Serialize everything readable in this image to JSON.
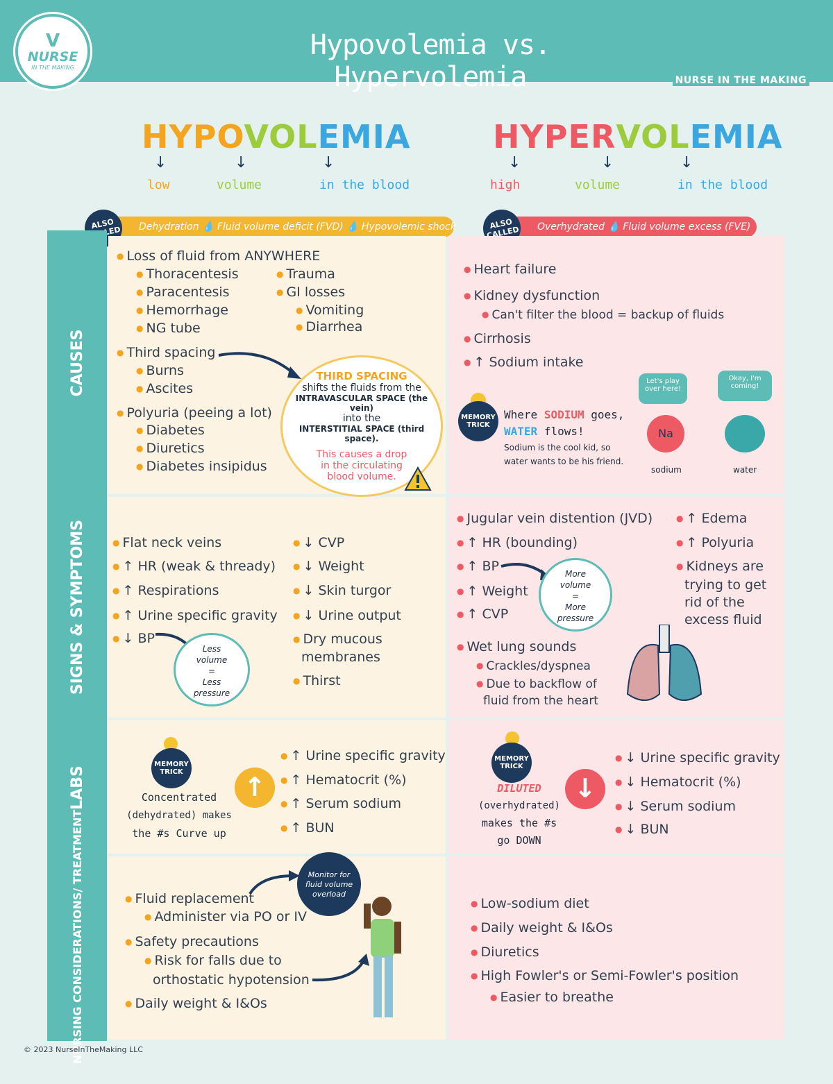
{
  "header": {
    "title": "Hypovolemia vs. Hypervolemia",
    "brand": "NURSE IN THE MAKING",
    "logo": {
      "v": "V",
      "name": "NURSE",
      "tagline": "IN THE MAKING"
    }
  },
  "hypo": {
    "word_parts": [
      "HYPO",
      "VOL",
      "EMIA"
    ],
    "subs": [
      "low",
      "volume",
      "in the blood"
    ],
    "arrow": "↓",
    "also_called_badge": "ALSO CALLED",
    "also_called": "Dehydration  💧  Fluid volume deficit (FVD)  💧  Hypovolemic shock",
    "colors": {
      "hypo": "#f3a51f",
      "vol": "#9ccc3c",
      "emia": "#3aa7e0"
    }
  },
  "hyper": {
    "word_parts": [
      "HYPER",
      "VOL",
      "EMIA"
    ],
    "subs": [
      "high",
      "volume",
      "in the blood"
    ],
    "arrow": "↓",
    "also_called_badge": "ALSO CALLED",
    "also_called": "Overhydrated  💧  Fluid volume excess (FVE)",
    "colors": {
      "hyper": "#ee5a64",
      "vol": "#9ccc3c",
      "emia": "#3aa7e0"
    }
  },
  "sections": {
    "causes": "CAUSES",
    "signs": "SIGNS & SYMPTOMS",
    "labs": "LABS",
    "nursing": "NURSING CONSIDERATIONS/ TREATMENT"
  },
  "causes_hypo": {
    "loss": "Loss of fluid from ANYWHERE",
    "col1": [
      "Thoracentesis",
      "Paracentesis",
      "Hemorrhage",
      "NG tube"
    ],
    "trauma": "Trauma",
    "gi": "GI losses",
    "gi_sub": [
      "Vomiting",
      "Diarrhea"
    ],
    "third": "Third spacing",
    "third_sub": [
      "Burns",
      "Ascites"
    ],
    "poly": "Polyuria (peeing a lot)",
    "poly_sub": [
      "Diabetes",
      "Diuretics",
      "Diabetes insipidus"
    ],
    "bubble": {
      "title": "THIRD SPACING",
      "line1": "shifts the fluids from the",
      "line2": "INTRAVASCULAR SPACE (the vein)",
      "line3": "into the",
      "line4": "INTERSTITIAL SPACE (third space).",
      "warn1": "This causes a drop",
      "warn2": "in the circulating",
      "warn3": "blood volume."
    }
  },
  "causes_hyper": {
    "items": [
      "Heart failure",
      "Kidney dysfunction",
      "Cirrhosis",
      "↑ Sodium intake"
    ],
    "kidney_sub": "Can't filter the blood = backup of fluids",
    "memory_badge": "MEMORY TRICK",
    "trick1a": "Where",
    "trick1b": "SODIUM",
    "trick1c": "goes,",
    "trick2a": "WATER",
    "trick2b": "flows!",
    "trick3": "Sodium is the cool kid, so",
    "trick4": "water wants to be his friend.",
    "na_speech": "Let's play over here!",
    "water_speech": "Okay, I'm coming!",
    "na_label": "sodium",
    "water_label": "water",
    "na_symbol": "Na"
  },
  "signs_hypo": {
    "left": [
      "Flat neck veins",
      "↑ HR (weak & thready)",
      "↑ Respirations",
      "↑ Urine specific gravity",
      "↓ BP"
    ],
    "right": [
      "↓ CVP",
      "↓ Weight",
      "↓ Skin turgor",
      "↓ Urine output",
      "Dry mucous",
      "membranes",
      "Thirst"
    ],
    "bubble": [
      "Less",
      "volume",
      "=",
      "Less",
      "pressure"
    ]
  },
  "signs_hyper": {
    "left": [
      "Jugular vein distention (JVD)",
      "↑ HR (bounding)",
      "↑ BP",
      "↑ Weight",
      "↑ CVP"
    ],
    "right": [
      "↑ Edema",
      "↑ Polyuria",
      "Kidneys are",
      "trying to get",
      "rid of the",
      "excess fluid"
    ],
    "wet": "Wet lung sounds",
    "wet_sub": [
      "Crackles/dyspnea",
      "Due to backflow of",
      "fluid from the heart"
    ],
    "bubble": [
      "More",
      "volume",
      "=",
      "More",
      "pressure"
    ]
  },
  "labs_hypo": {
    "items": [
      "↑ Urine specific gravity",
      "↑ Hematocrit (%)",
      "↑ Serum sodium",
      "↑ BUN"
    ],
    "memory_badge": "MEMORY TRICK",
    "trick": [
      "Concentrated",
      "(dehydrated) makes",
      "the #s Curve up"
    ],
    "arrow": "↑"
  },
  "labs_hyper": {
    "items": [
      "↓ Urine specific gravity",
      "↓ Hematocrit (%)",
      "↓ Serum sodium",
      "↓ BUN"
    ],
    "memory_badge": "MEMORY TRICK",
    "trick": [
      "DILUTED",
      "(overhydrated)",
      "makes the #s",
      "go DOWN"
    ],
    "arrow": "↓"
  },
  "nursing_hypo": {
    "items": [
      "Fluid replacement",
      "Administer via PO or IV",
      "Safety precautions",
      "Risk for falls due to",
      "orthostatic hypotension",
      "Daily weight & I&Os"
    ],
    "badge": "Monitor for fluid volume overload"
  },
  "nursing_hyper": {
    "items": [
      "Low-sodium diet",
      "Daily weight & I&Os",
      "Diuretics",
      "High Fowler's or Semi-Fowler's position",
      "Easier to breathe"
    ]
  },
  "footer": "© 2023 NurseInTheMaking LLC"
}
